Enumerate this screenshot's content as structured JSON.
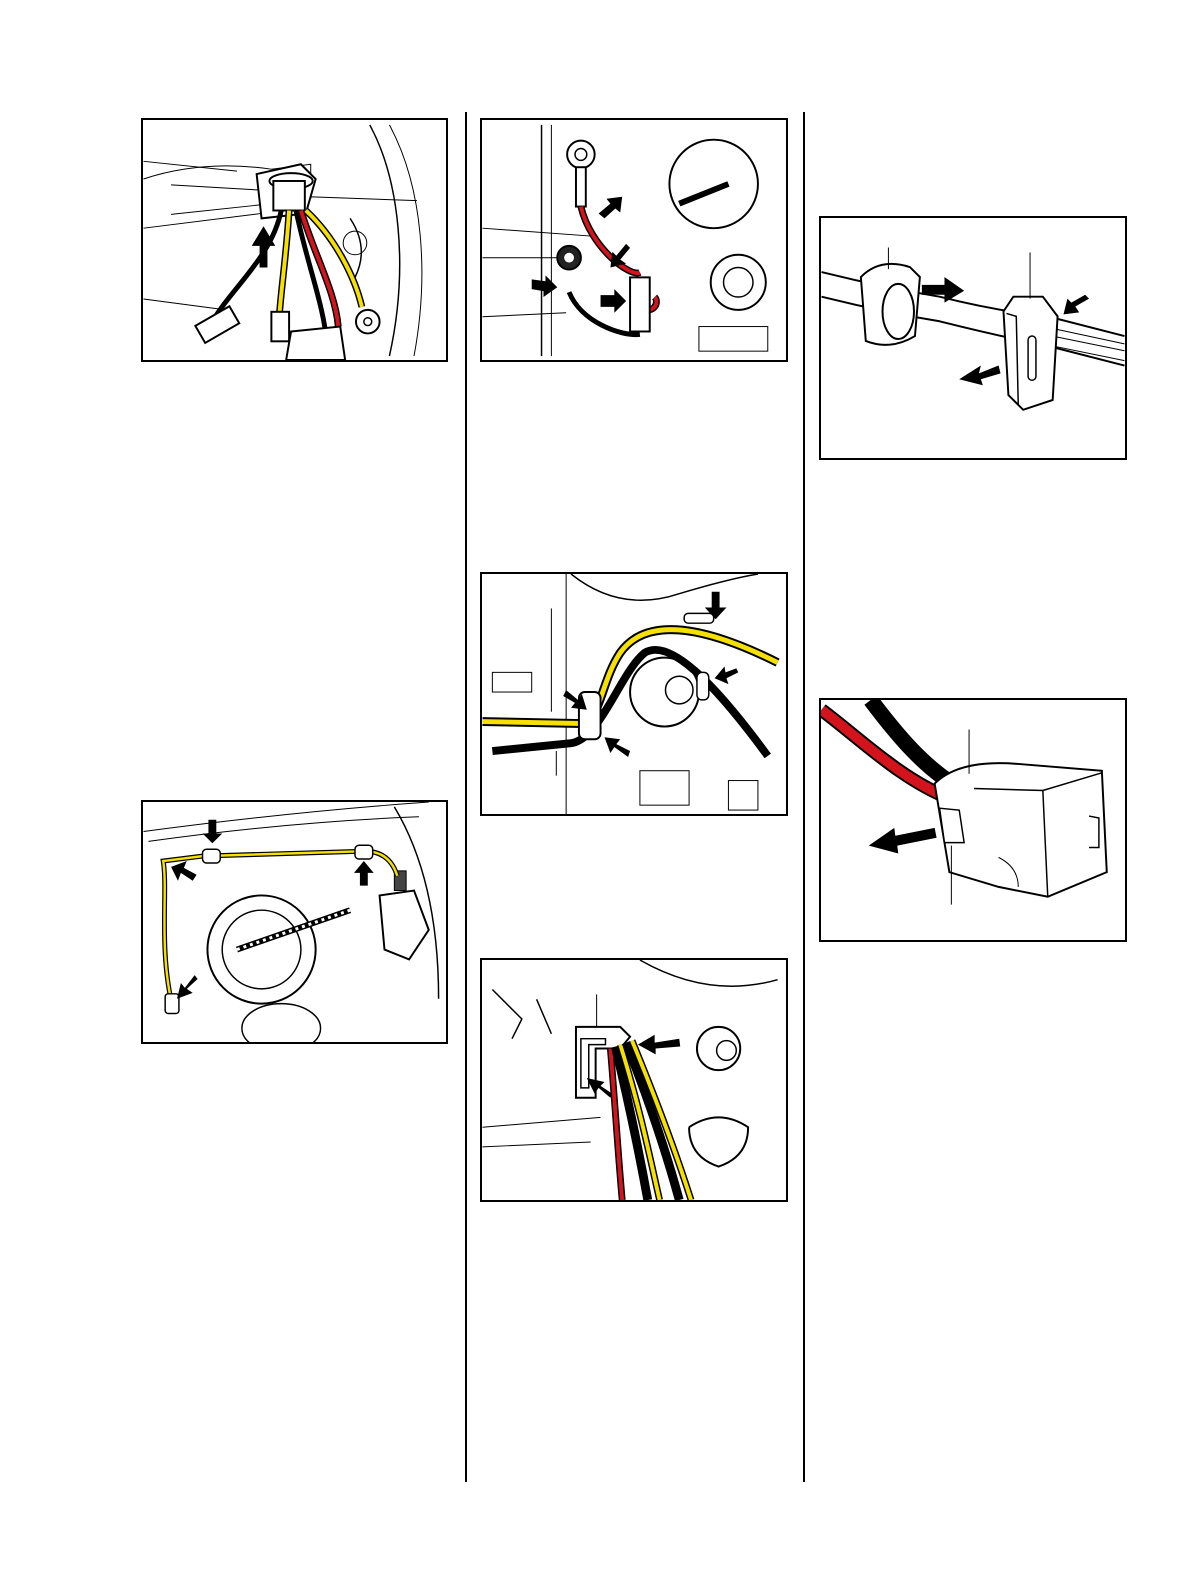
{
  "page": {
    "description_note": "",
    "figures": [
      {
        "id": "fig-1"
      },
      {
        "id": "fig-2"
      },
      {
        "id": "fig-3"
      },
      {
        "id": "fig-4"
      },
      {
        "id": "fig-5"
      },
      {
        "id": "fig-6"
      },
      {
        "id": "fig-7"
      }
    ]
  },
  "colors": {
    "wire_black": "#111111",
    "wire_yellow": "#f5e000",
    "wire_red": "#d4141c",
    "line": "#000000",
    "background": "#ffffff"
  },
  "icons": [
    "arrow-icon"
  ]
}
